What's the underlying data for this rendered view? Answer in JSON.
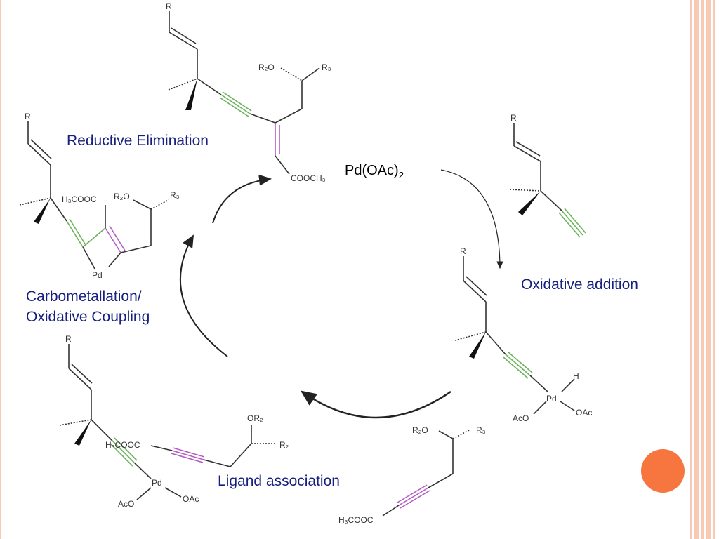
{
  "labels": {
    "reductive_elimination": "Reductive Elimination",
    "oxidative_addition": "Oxidative addition",
    "carbometallation_line1": "Carbometallation/",
    "carbometallation_line2": "Oxidative Coupling",
    "ligand_association": "Ligand association"
  },
  "catalyst": {
    "text": "Pd(OAc)",
    "subscript": "2"
  },
  "atoms": {
    "R": "R",
    "R2O": "R₂O",
    "R3": "R₃",
    "COOCH3": "COOCH₃",
    "H3COOC": "H₃COOC",
    "Pd": "Pd",
    "H": "H",
    "AcO": "AcO",
    "OAc": "OAc",
    "OR2": "OR₂",
    "R2": "R₂",
    "H3COOC_trunc": "H₃COOC"
  },
  "colors": {
    "accent_stripe": "#f8c9b4",
    "dot": "#f7763f",
    "label_text": "#16207e",
    "alkyne_green": "#6bb35c",
    "alkene_purple": "#b25cc4"
  }
}
